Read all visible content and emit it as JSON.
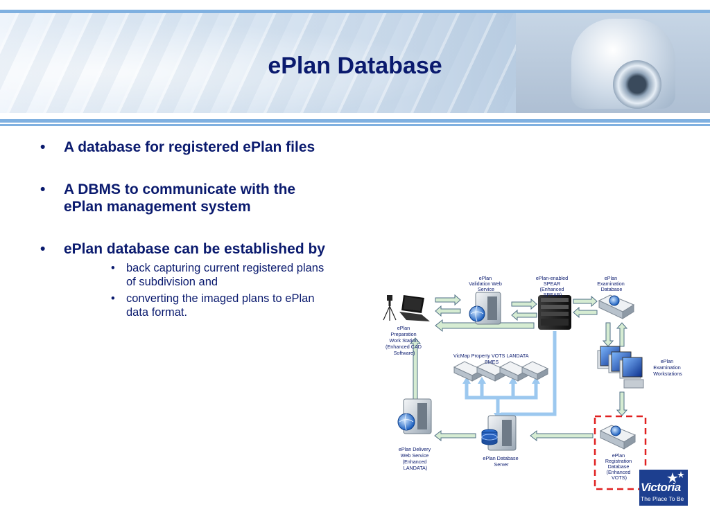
{
  "slide": {
    "title": "ePlan Database",
    "bullets": [
      {
        "text": "A database for registered ePlan files"
      },
      {
        "text": "A DBMS to communicate with the ePlan management system"
      },
      {
        "text": "ePlan database can be established by",
        "sub": [
          "back capturing current registered plans of subdivision and",
          "converting the imaged plans to ePlan data format."
        ]
      }
    ],
    "bullet_glyph": "•"
  },
  "diagram": {
    "nodes": {
      "preparation": [
        "ePlan",
        "Preparation",
        "Work Station",
        "(Enhanced CAD",
        "Software)"
      ],
      "validation": [
        "ePlan",
        "Validation Web",
        "Service"
      ],
      "spear": [
        "ePlan-enabled",
        "SPEAR",
        "(Enhanced",
        "SPEAR)"
      ],
      "examination_db": [
        "ePlan",
        "Examination",
        "Database"
      ],
      "examination_ws": [
        "ePlan",
        "Examination",
        "Workstations"
      ],
      "sources": [
        "VicMap Property  VOTS   LANDATA",
        "SMES"
      ],
      "delivery": [
        "ePlan Delivery",
        "Web Service",
        "(Enhanced",
        "LANDATA)"
      ],
      "db_server": [
        "ePlan Database",
        "Server"
      ],
      "registration": [
        "ePlan",
        "Registration",
        "Database",
        "(Enhanced",
        "VOTS)"
      ]
    },
    "colors": {
      "arrow_fill": "#d6ecd2",
      "arrow_stroke": "#4f6f86",
      "blue_arrow": "#9cc8ef",
      "highlight": "#e02020"
    }
  },
  "logo": {
    "name": "Victoria",
    "tagline": "The Place To Be"
  }
}
